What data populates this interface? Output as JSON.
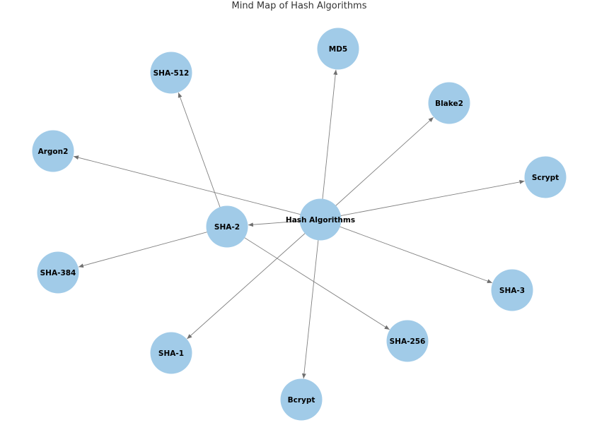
{
  "title": "Mind Map of Hash Algorithms",
  "colors": {
    "node_fill": "#a1cbe8",
    "edge": "#808080",
    "text": "#000000"
  },
  "nodes": [
    {
      "id": "hash",
      "label": "Hash Algorithms"
    },
    {
      "id": "sha2",
      "label": "SHA-2"
    },
    {
      "id": "md5",
      "label": "MD5"
    },
    {
      "id": "sha512",
      "label": "SHA-512"
    },
    {
      "id": "blake2",
      "label": "Blake2"
    },
    {
      "id": "argon2",
      "label": "Argon2"
    },
    {
      "id": "scrypt",
      "label": "Scrypt"
    },
    {
      "id": "sha384",
      "label": "SHA-384"
    },
    {
      "id": "sha3",
      "label": "SHA-3"
    },
    {
      "id": "sha1",
      "label": "SHA-1"
    },
    {
      "id": "sha256",
      "label": "SHA-256"
    },
    {
      "id": "bcrypt",
      "label": "Bcrypt"
    }
  ],
  "edges": [
    {
      "from": "hash",
      "to": "md5"
    },
    {
      "from": "hash",
      "to": "blake2"
    },
    {
      "from": "hash",
      "to": "scrypt"
    },
    {
      "from": "hash",
      "to": "sha3"
    },
    {
      "from": "hash",
      "to": "bcrypt"
    },
    {
      "from": "hash",
      "to": "sha1"
    },
    {
      "from": "hash",
      "to": "sha2"
    },
    {
      "from": "hash",
      "to": "argon2"
    },
    {
      "from": "sha2",
      "to": "sha512"
    },
    {
      "from": "sha2",
      "to": "sha384"
    },
    {
      "from": "sha2",
      "to": "sha256"
    }
  ]
}
